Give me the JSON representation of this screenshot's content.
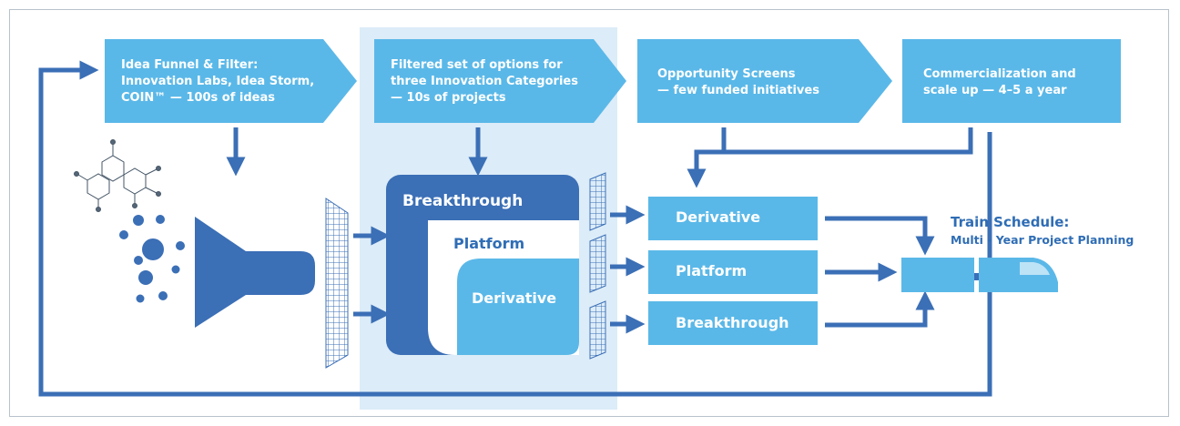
{
  "stages": [
    {
      "lines": [
        "Idea Funnel & Filter:",
        "Innovation Labs, Idea Storm,",
        "COIN™ — 100s of ideas"
      ]
    },
    {
      "lines": [
        "Filtered set of options for",
        "three Innovation Categories",
        "— 10s of projects"
      ]
    },
    {
      "lines": [
        "Opportunity Screens",
        "— few funded initiatives"
      ]
    },
    {
      "lines": [
        "Commercialization and",
        "scale up —  4–5 a year"
      ]
    }
  ],
  "nested_categories": {
    "outer": "Breakthrough",
    "middle": "Platform",
    "inner": "Derivative"
  },
  "output_boxes": [
    "Derivative",
    "Platform",
    "Breakthrough"
  ],
  "train_schedule": {
    "title": "Train Schedule:",
    "subtitle": "Multi - Year Project Planning"
  },
  "colors": {
    "light_blue": "#5ab8e8",
    "dark_blue": "#3b6fb6",
    "panel_highlight": "#dcecf8",
    "text_dark": "#2f6db5"
  }
}
